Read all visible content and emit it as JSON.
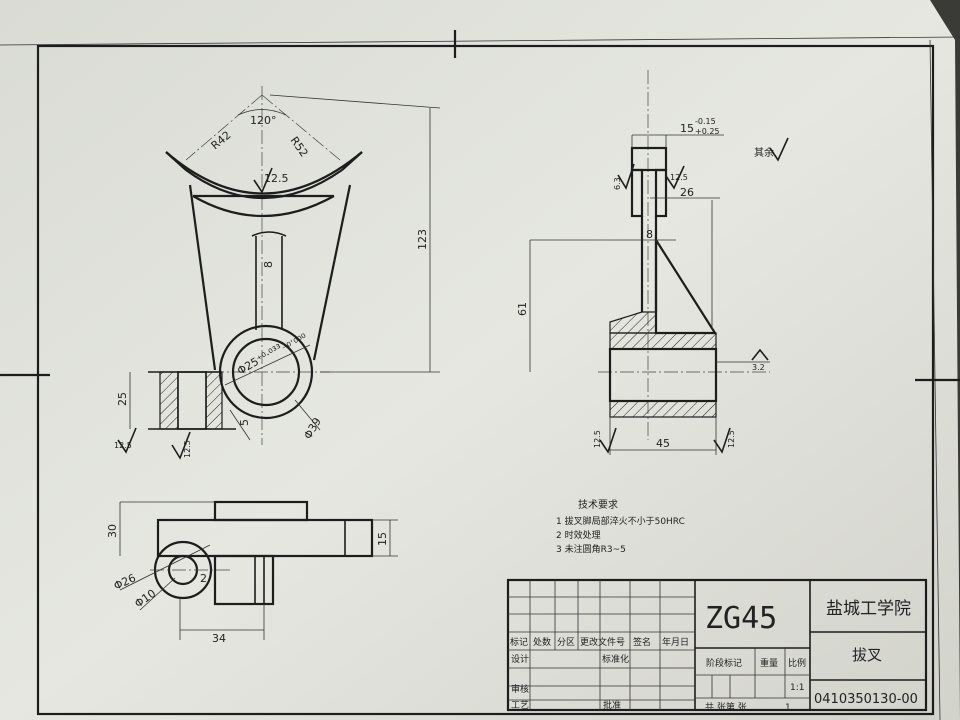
{
  "front_view": {
    "r_inner": "R42",
    "r_outer": "R52",
    "angle": "120°",
    "rough_arc": "12.5",
    "rib": "8",
    "bore": "Φ25⁺⁰·⁰³³₋₀·₀₀₀",
    "boss": "Φ39",
    "height": "123",
    "base_height": "25",
    "gap": "5",
    "rough_left": "12.5",
    "rough_mid": "12.5"
  },
  "side_view": {
    "slot": "15",
    "slot_tol_upper": "-0.15",
    "slot_tol_lower": "+0.25",
    "rough_slot": "6.3",
    "rough_fork": "12.5",
    "fork_dim": "26",
    "rib": "8",
    "height": "61",
    "rough_bore": "3.2",
    "width": "45",
    "rough_left": "12.5",
    "rough_right": "12.5",
    "other_rough": "其余"
  },
  "top_view": {
    "height": "30",
    "thick": "15",
    "boss": "Φ26",
    "hole": "Φ10",
    "small": "2",
    "length": "34"
  },
  "tech_notes": {
    "title": "技术要求",
    "items": [
      "1  拔叉脚局部淬火不小于50HRC",
      "2  时效处理",
      "3  未注圆角R3~5"
    ]
  },
  "title_block": {
    "material": "ZG45",
    "school": "盐城工学院",
    "part_name": "拔叉",
    "drawing_no": "0410350130-00",
    "scale": "1:1",
    "headers": [
      "标记",
      "处数",
      "分区",
      "更改文件号",
      "签名",
      "年月日"
    ],
    "design": "设计",
    "standardize": "标准化",
    "stage_mark": "阶段标记",
    "weight": "重量",
    "scale_label": "比例",
    "review": "审核",
    "process": "工艺",
    "approve": "批准",
    "sheets": "共  张第  张",
    "sheet_count": "1"
  }
}
